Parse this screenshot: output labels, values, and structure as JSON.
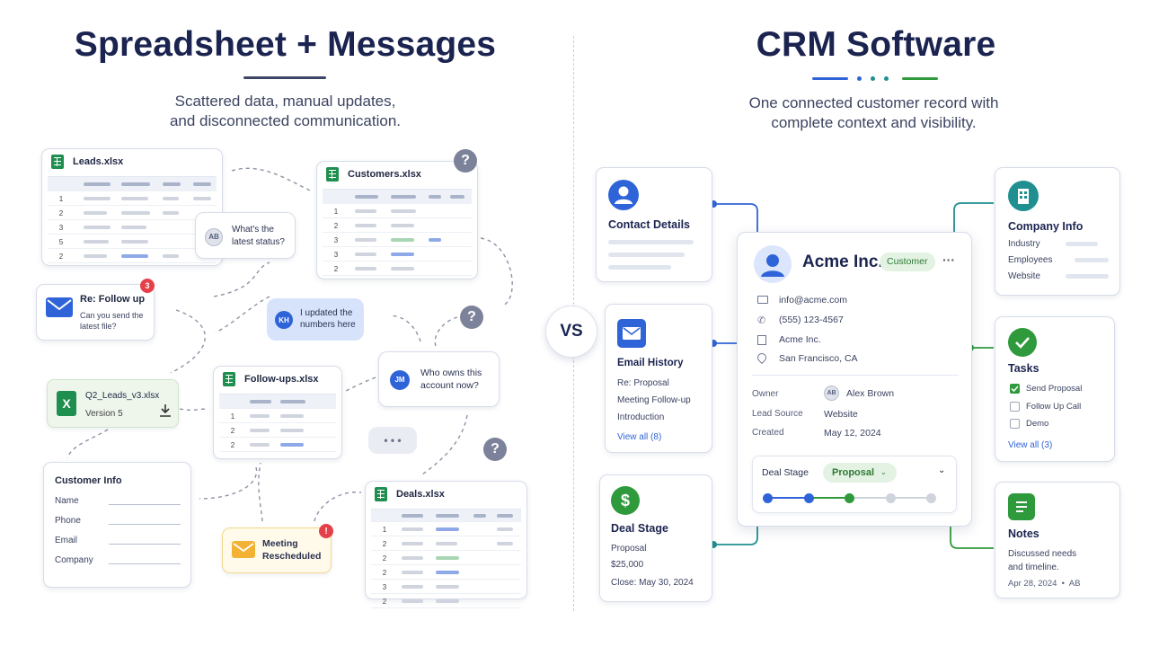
{
  "left": {
    "title": "Spreadsheet + Messages",
    "subtitle_line1": "Scattered data, manual updates,",
    "subtitle_line2": "and disconnected communication.",
    "leads": {
      "name": "Leads.xlsx",
      "rows": [
        "1",
        "2",
        "3",
        "5",
        "2"
      ]
    },
    "customers": {
      "name": "Customers.xlsx",
      "rows": [
        "1",
        "2",
        "3",
        "3",
        "2"
      ]
    },
    "followups": {
      "name": "Follow-ups.xlsx",
      "rows": [
        "1",
        "2",
        "2"
      ]
    },
    "deals": {
      "name": "Deals.xlsx",
      "rows": [
        "1",
        "2",
        "2",
        "2",
        "3",
        "2"
      ]
    },
    "chat_status": {
      "avatar": "AB",
      "line1": "What's the",
      "line2": "latest status?"
    },
    "chat_updated": {
      "avatar": "KH",
      "line1": "I updated the",
      "line2": "numbers here"
    },
    "chat_owner": {
      "avatar": "JM",
      "line1": "Who owns this",
      "line2": "account now?"
    },
    "email": {
      "subject": "Re: Follow up",
      "line1": "Can you send the",
      "line2": "latest file?",
      "badge": "3"
    },
    "file": {
      "name": "Q2_Leads_v3.xlsx",
      "version": "Version 5"
    },
    "customer_info": {
      "title": "Customer Info",
      "fields": [
        "Name",
        "Phone",
        "Email",
        "Company"
      ]
    },
    "meeting": {
      "line1": "Meeting",
      "line2": "Rescheduled",
      "badge": "!"
    },
    "typing": "• • •",
    "question": "?"
  },
  "vs": "VS",
  "right": {
    "title": "CRM Software",
    "subtitle_line1": "One connected customer record with",
    "subtitle_line2": "complete context and visibility.",
    "contact_details": {
      "title": "Contact Details"
    },
    "email_history": {
      "title": "Email History",
      "items": [
        "Re: Proposal",
        "Meeting Follow-up",
        "Introduction"
      ],
      "link": "View all (8)"
    },
    "deal_stage_card": {
      "title": "Deal Stage",
      "stage": "Proposal",
      "amount": "$25,000",
      "close": "Close: May 30, 2024"
    },
    "company_info": {
      "title": "Company Info",
      "fields": [
        "Industry",
        "Employees",
        "Website"
      ]
    },
    "tasks": {
      "title": "Tasks",
      "items": [
        {
          "label": "Send Proposal",
          "done": true
        },
        {
          "label": "Follow Up Call",
          "done": false
        },
        {
          "label": "Demo",
          "done": false
        }
      ],
      "link": "View all (3)"
    },
    "notes": {
      "title": "Notes",
      "line1": "Discussed needs",
      "line2": "and timeline.",
      "meta": "Apr 28, 2024  •  AB"
    },
    "record": {
      "company": "Acme Inc.",
      "badge": "Customer",
      "more": "···",
      "email": "info@acme.com",
      "phone": "(555) 123-4567",
      "company_line": "Acme Inc.",
      "location": "San Francisco, CA",
      "owner_label": "Owner",
      "owner_avatar": "AB",
      "owner_value": "Alex Brown",
      "source_label": "Lead Source",
      "source_value": "Website",
      "created_label": "Created",
      "created_value": "May 12, 2024",
      "stage_label": "Deal Stage",
      "stage_value": "Proposal",
      "stage_progress": "3 of 5"
    }
  },
  "colors": {
    "navy": "#1b2450",
    "blue": "#2f64d8",
    "green": "#2e9a3c",
    "teal": "#1f8f8f",
    "red": "#e5404a",
    "amber": "#f2b233"
  }
}
